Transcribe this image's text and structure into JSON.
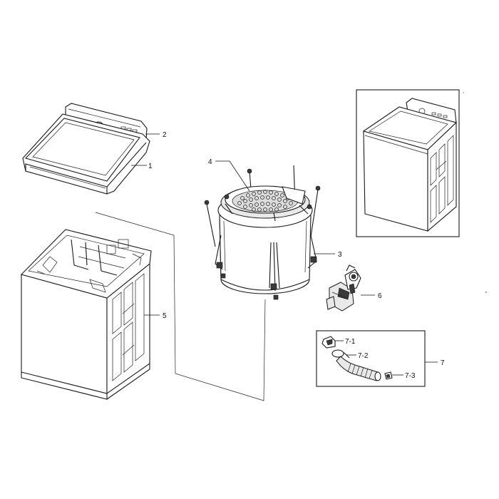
{
  "labels": {
    "p1": "1",
    "p2": "2",
    "p3": "3",
    "p4": "4",
    "p5": "5",
    "p6": "6",
    "p7": "7",
    "p7_1": "7-1",
    "p7_2": "7-2",
    "p7_3": "7-3"
  }
}
